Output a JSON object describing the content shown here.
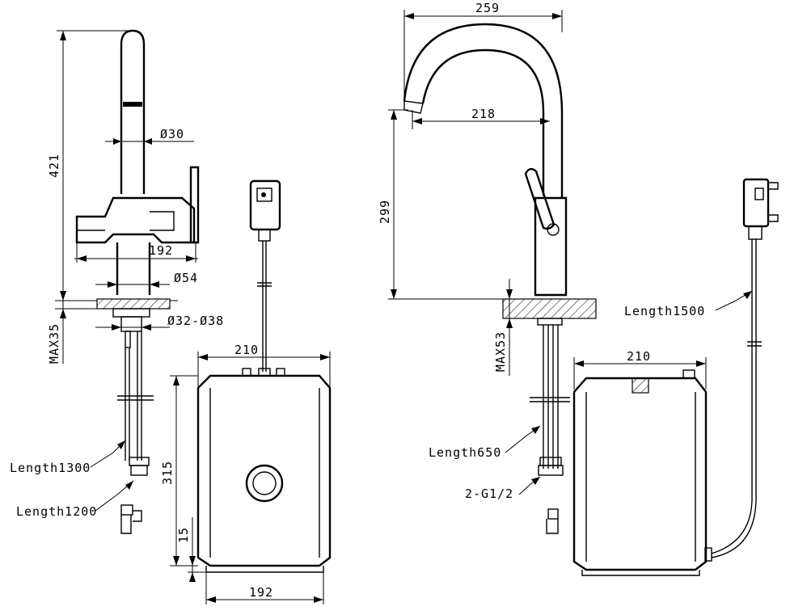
{
  "left_view": {
    "dims": {
      "height_421": "421",
      "dia_30": "Ø30",
      "width_192_tap": "192",
      "dia_54": "Ø54",
      "dia_32_38": "Ø32-Ø38",
      "max_35": "MAX35",
      "length_1300": "Length1300",
      "length_1200": "Length1200",
      "tank_width_210": "210",
      "tank_height_315": "315",
      "tank_base_15": "15",
      "tank_base_width_192": "192"
    }
  },
  "right_view": {
    "dims": {
      "width_259": "259",
      "reach_218": "218",
      "height_299": "299",
      "max_53": "MAX53",
      "length_650": "Length650",
      "thread_2g12": "2-G1/2",
      "length_1500": "Length1500",
      "tank_width_210": "210"
    }
  }
}
